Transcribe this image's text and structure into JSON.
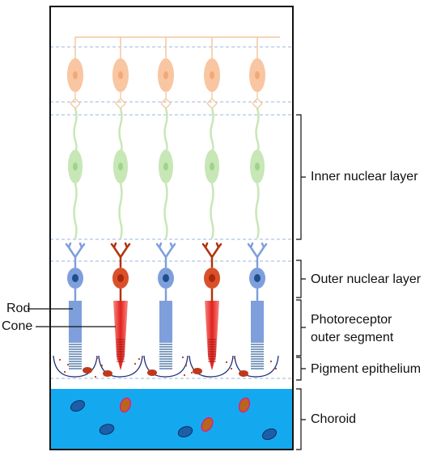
{
  "labels": {
    "inner_nuclear": "Inner nuclear layer",
    "outer_nuclear": "Outer nuclear layer",
    "photoreceptor_line1": "Photoreceptor",
    "photoreceptor_line2": "outer segment",
    "pigment": "Pigment epithelium",
    "choroid": "Choroid",
    "rod": "Rod",
    "cone": "Cone"
  },
  "colors": {
    "ganglion_cell": "#f9c6a2",
    "ganglion_nucleus": "#f4a877",
    "bipolar_cell": "#c7e7b6",
    "bipolar_nucleus": "#9fd48a",
    "rod": "#7f9fdc",
    "rod_nucleus": "#1d4f8c",
    "cone": "#e3201b",
    "cone_nucleus": "#d9502a",
    "pigment_granule": "#c0381a",
    "choroid": "#14a9ef",
    "dashed_line": "#9bb4e0"
  },
  "cell_columns": [
    "rod",
    "cone",
    "rod",
    "cone",
    "rod"
  ],
  "choroid_cells": [
    {
      "kind": "blue"
    },
    {
      "kind": "red"
    },
    {
      "kind": "blue"
    },
    {
      "kind": "red"
    },
    {
      "kind": "red"
    },
    {
      "kind": "blue"
    },
    {
      "kind": "blue"
    }
  ]
}
